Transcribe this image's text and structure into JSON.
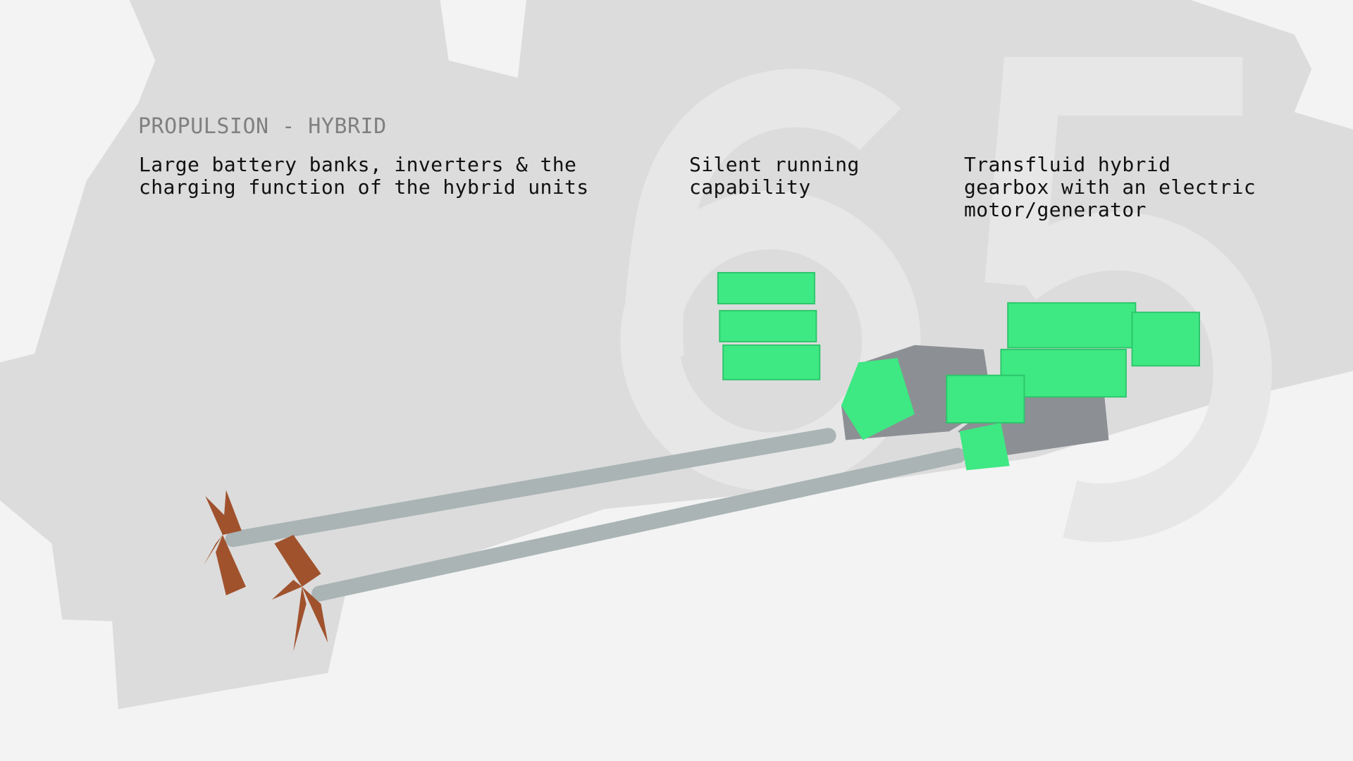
{
  "section_title": "PROPULSION - HYBRID",
  "big_number": "65",
  "features": [
    {
      "text": "Large battery banks, inverters & the\ncharging function of the hybrid units"
    },
    {
      "text": "Silent running\ncapability"
    },
    {
      "text": "Transfluid hybrid\ngearbox with an electric\nmotor/generator"
    }
  ],
  "colors": {
    "background": "#f3f3f3",
    "hull": "#dcdcdc",
    "number": "#e7e7e7",
    "battery": "#3ee882",
    "shaft": "#aab4b4",
    "propeller": "#a0522d",
    "engine": "#8c8f94"
  }
}
